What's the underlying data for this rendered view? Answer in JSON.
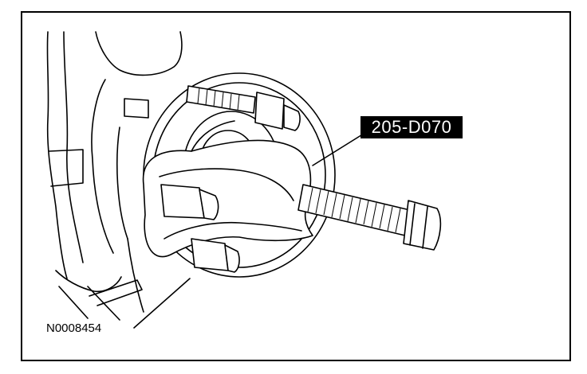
{
  "tool_callout": "205-D070",
  "figure_id": "N0008454",
  "colors": {
    "ink": "#000000",
    "paper": "#ffffff"
  },
  "subject": "hub-puller-illustration"
}
